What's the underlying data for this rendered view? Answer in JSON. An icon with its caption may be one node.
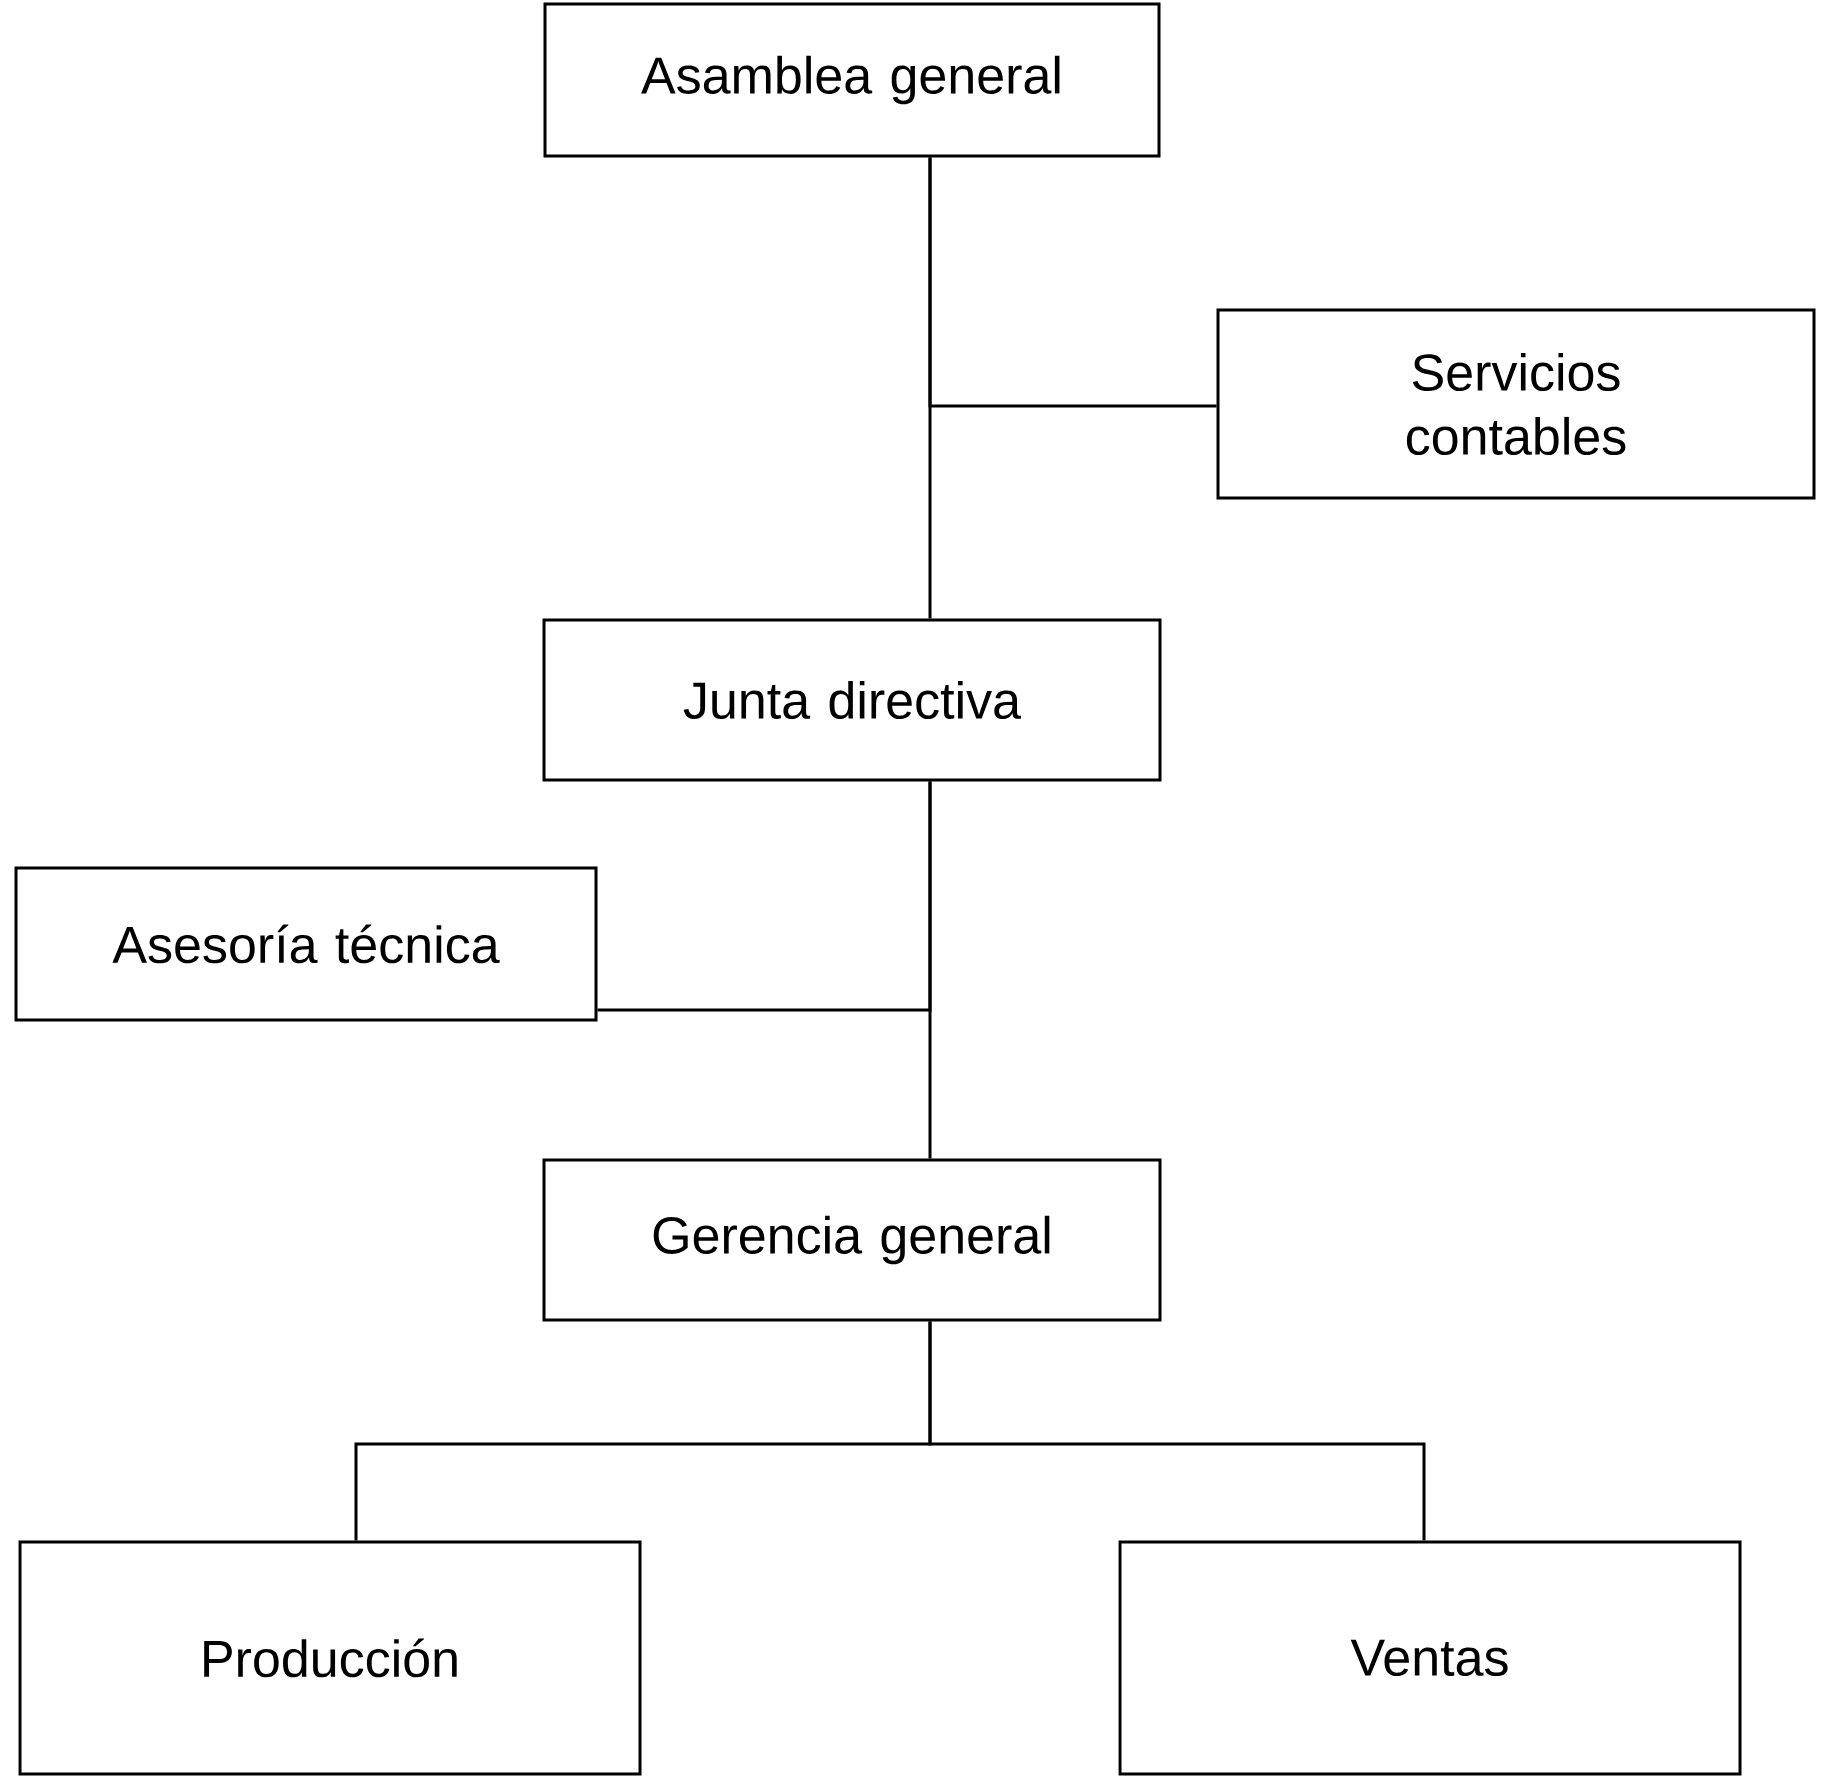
{
  "diagram": {
    "nodes": [
      {
        "text": [
          "Asamblea general"
        ]
      },
      {
        "text": [
          "Servicios contables"
        ]
      },
      {
        "text": [
          "Junta directiva"
        ]
      },
      {
        "text": [
          "Asesoría técnica"
        ]
      },
      {
        "text": [
          "Gerencia general"
        ]
      },
      {
        "text": [
          "Producción"
        ]
      },
      {
        "text": [
          "Ventas"
        ]
      }
    ],
    "edges": [
      {
        "from": 0,
        "to": 2,
        "arrow": "none"
      },
      {
        "from": 0,
        "to": 1,
        "arrow": "none"
      },
      {
        "from": 2,
        "to": 4,
        "arrow": "none"
      },
      {
        "from": 2,
        "to": 3,
        "arrow": "none"
      },
      {
        "from": 4,
        "to": 5,
        "arrow": "none"
      },
      {
        "from": 4,
        "to": 6,
        "arrow": "none"
      }
    ]
  }
}
